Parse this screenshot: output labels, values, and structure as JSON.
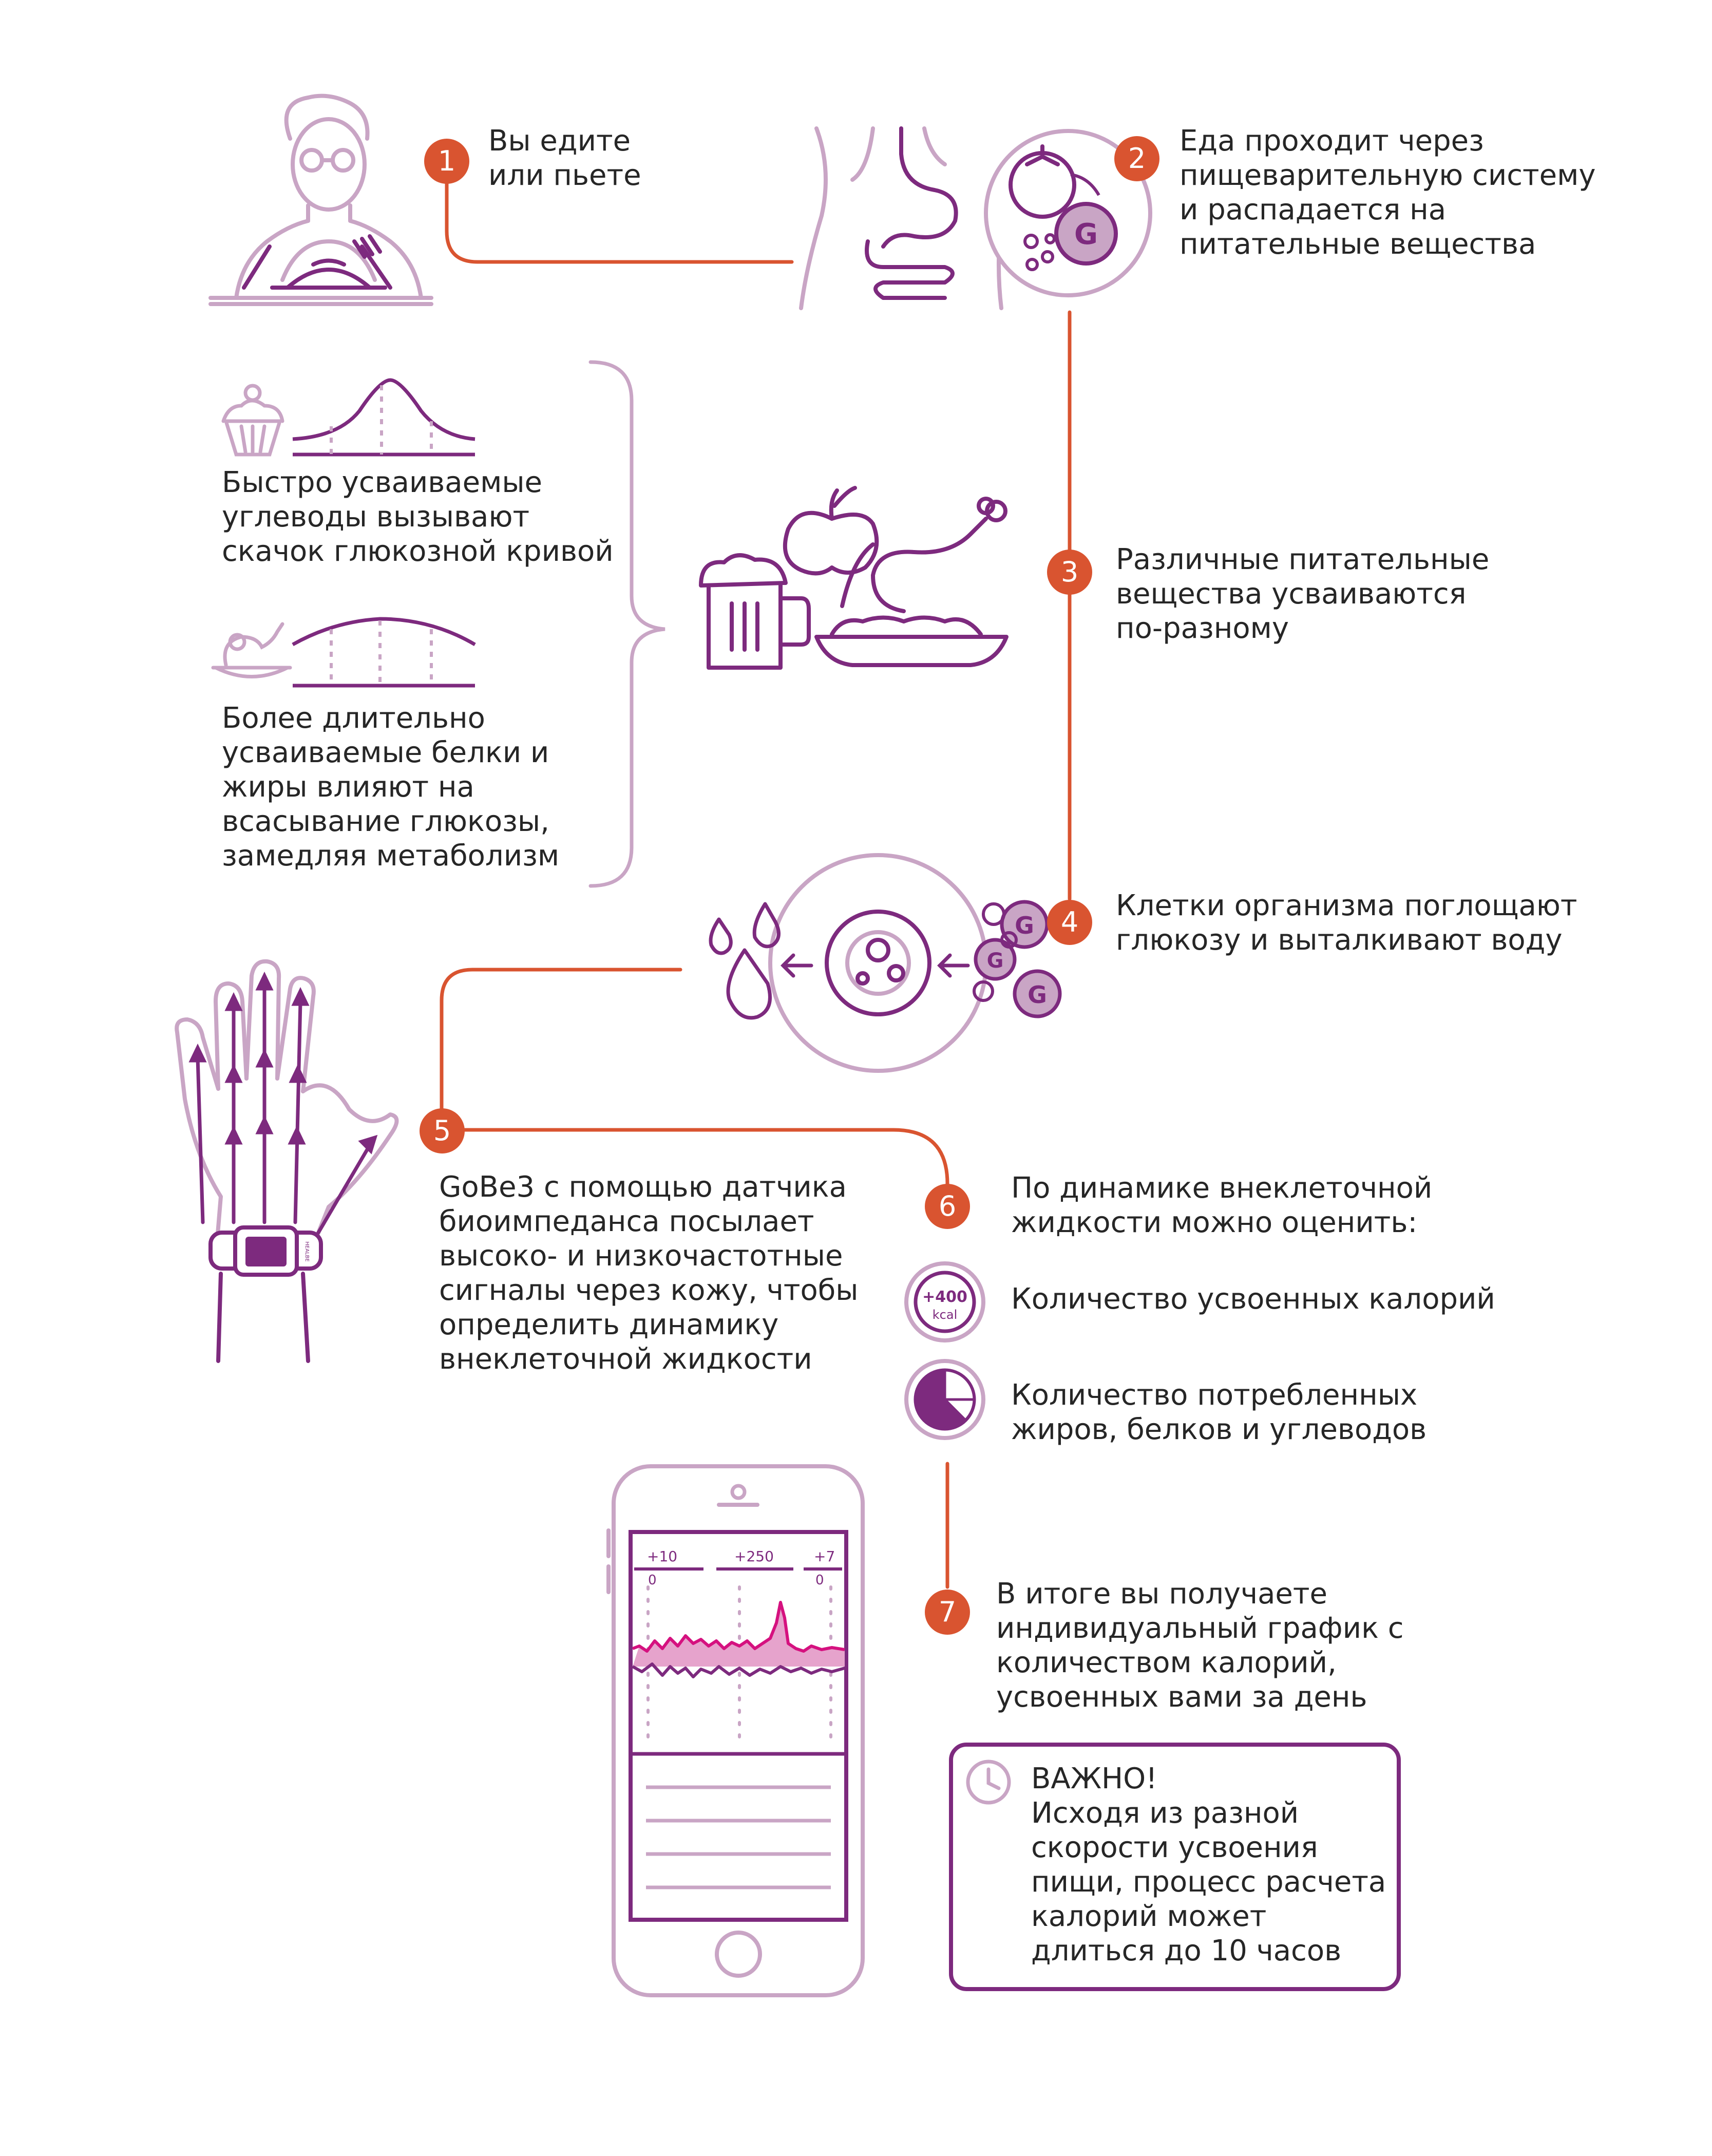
{
  "steps": [
    {
      "num": "1",
      "lines": [
        "Вы едите",
        "или пьете"
      ]
    },
    {
      "num": "2",
      "lines": [
        "Еда проходит через",
        "пищеварительную систему",
        "и распадается на",
        "питательные вещества"
      ]
    },
    {
      "num": "3",
      "lines": [
        "Различные питательные",
        "вещества усваиваются",
        "по-разному"
      ]
    },
    {
      "num": "4",
      "lines": [
        "Клетки организма поглощают",
        "глюкозу и выталкивают воду"
      ]
    },
    {
      "num": "5",
      "lines": [
        "GoBe3 с помощью датчика",
        "биоимпеданса посылает",
        "высоко- и низкочастотные",
        "сигналы через кожу, чтобы",
        "определить динамику",
        "внеклеточной жидкости"
      ]
    },
    {
      "num": "6",
      "lines": [
        "По динамике внеклеточной",
        "жидкости можно оценить:"
      ]
    },
    {
      "num": "7",
      "lines": [
        "В итоге вы получаете",
        "индивидуальный график с",
        "количеством калорий,",
        "усвоенных вами за день"
      ]
    }
  ],
  "curves": {
    "fast": [
      "Быстро усваиваемые",
      "углеводы вызывают",
      "скачок глюкозной кривой"
    ],
    "slow": [
      "Более длительно",
      "усваиваемые белки и",
      "жиры влияют на",
      "всасывание глюкозы,",
      "замедляя метаболизм"
    ]
  },
  "estimates": {
    "calories_badge_value": "+400",
    "calories_badge_unit": "kcal",
    "calories_label": "Количество усвоенных калорий",
    "macros_lines": [
      "Количество потребленных",
      "жиров, белков и углеводов"
    ]
  },
  "glucose_letter": "G",
  "watch_brand": "HEALBE",
  "phone_chart": {
    "top_labels": [
      "+10",
      "+250",
      "+7"
    ],
    "zero_labels": [
      "0",
      "0"
    ]
  },
  "note": {
    "title": "ВАЖНО!",
    "lines": [
      "Исходя из разной",
      "скорости усвоения",
      "пищи, процесс расчета",
      "калорий может",
      "длиться до 10 часов"
    ]
  },
  "colors": {
    "accent_orange": "#d95430",
    "purple": "#7d2a7e",
    "light_purple": "#c9a5c5",
    "magenta": "#d5117f"
  }
}
